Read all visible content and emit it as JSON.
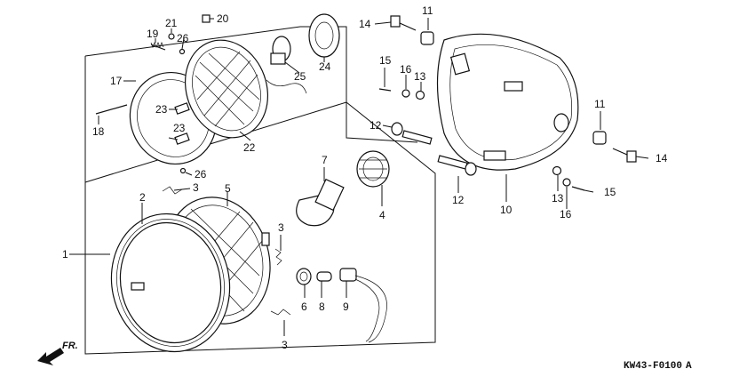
{
  "diagram": {
    "code": "KW43-F0100",
    "code_suffix": "A",
    "direction_label": "FR.",
    "callouts": [
      {
        "id": "c1",
        "text": "1"
      },
      {
        "id": "c2",
        "text": "2"
      },
      {
        "id": "c3a",
        "text": "3"
      },
      {
        "id": "c3b",
        "text": "3"
      },
      {
        "id": "c3c",
        "text": "3"
      },
      {
        "id": "c4",
        "text": "4"
      },
      {
        "id": "c5",
        "text": "5"
      },
      {
        "id": "c6",
        "text": "6"
      },
      {
        "id": "c7",
        "text": "7"
      },
      {
        "id": "c8",
        "text": "8"
      },
      {
        "id": "c9",
        "text": "9"
      },
      {
        "id": "c10",
        "text": "10"
      },
      {
        "id": "c11a",
        "text": "11"
      },
      {
        "id": "c11b",
        "text": "11"
      },
      {
        "id": "c12a",
        "text": "12"
      },
      {
        "id": "c12b",
        "text": "12"
      },
      {
        "id": "c13a",
        "text": "13"
      },
      {
        "id": "c13b",
        "text": "13"
      },
      {
        "id": "c14a",
        "text": "14"
      },
      {
        "id": "c14b",
        "text": "14"
      },
      {
        "id": "c15a",
        "text": "15"
      },
      {
        "id": "c15b",
        "text": "15"
      },
      {
        "id": "c16a",
        "text": "16"
      },
      {
        "id": "c16b",
        "text": "16"
      },
      {
        "id": "c17",
        "text": "17"
      },
      {
        "id": "c18",
        "text": "18"
      },
      {
        "id": "c19",
        "text": "19"
      },
      {
        "id": "c20",
        "text": "20"
      },
      {
        "id": "c21",
        "text": "21"
      },
      {
        "id": "c22",
        "text": "22"
      },
      {
        "id": "c23a",
        "text": "23"
      },
      {
        "id": "c23b",
        "text": "23"
      },
      {
        "id": "c24",
        "text": "24"
      },
      {
        "id": "c25",
        "text": "25"
      },
      {
        "id": "c26a",
        "text": "26"
      },
      {
        "id": "c26b",
        "text": "26"
      }
    ]
  }
}
